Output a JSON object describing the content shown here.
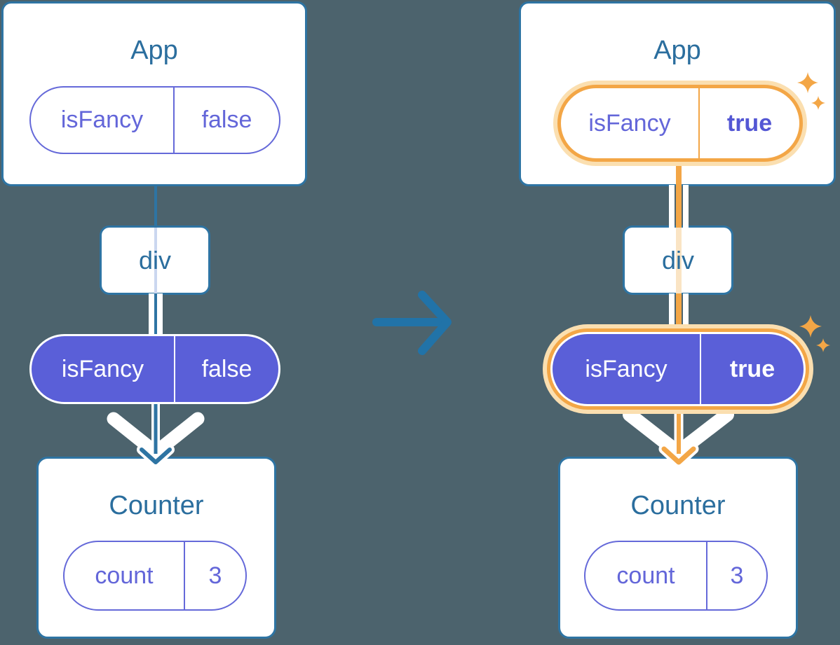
{
  "colors": {
    "background": "#4C636D",
    "card_bg": "#FFFFFF",
    "teal_border": "#2E74A3",
    "teal_text": "#2B6E9E",
    "arrow_blue": "#2173A8",
    "purple_fill": "#5A5FD8",
    "purple_line": "#6569D9",
    "purple_text": "#6366D9",
    "purple_bold": "#5457D4",
    "orange": "#F3A646",
    "orange_halo": "#FBDFB0",
    "faint_blue": "#CBD7F0",
    "faint_orange": "#FAE4C4",
    "white": "#FFFFFF"
  },
  "left": {
    "app": {
      "title": "App",
      "pill": {
        "name": "isFancy",
        "value": "false"
      }
    },
    "div": {
      "label": "div"
    },
    "pill": {
      "name": "isFancy",
      "value": "false"
    },
    "counter": {
      "title": "Counter",
      "pill": {
        "name": "count",
        "value": "3"
      }
    }
  },
  "right": {
    "app": {
      "title": "App",
      "pill": {
        "name": "isFancy",
        "value": "true"
      }
    },
    "div": {
      "label": "div"
    },
    "pill": {
      "name": "isFancy",
      "value": "true"
    },
    "counter": {
      "title": "Counter",
      "pill": {
        "name": "count",
        "value": "3"
      }
    }
  }
}
